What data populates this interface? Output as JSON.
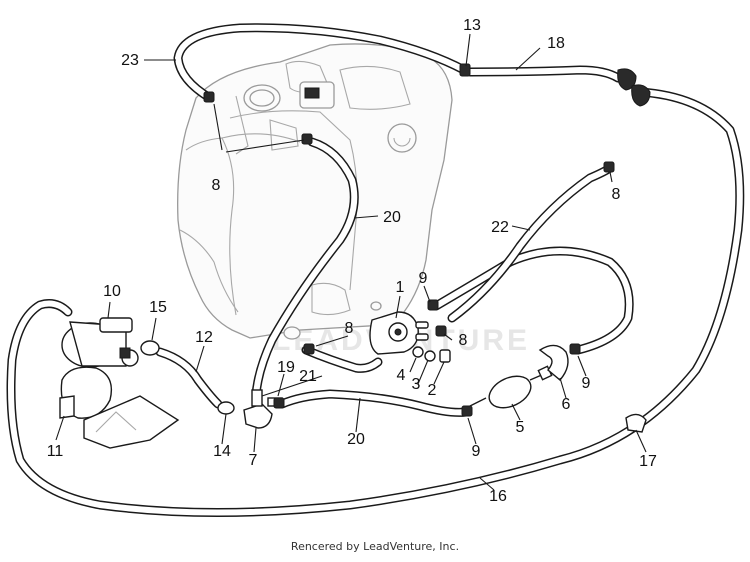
{
  "diagram": {
    "callouts": [
      {
        "id": "c1",
        "label": "1"
      },
      {
        "id": "c2",
        "label": "2"
      },
      {
        "id": "c3",
        "label": "3"
      },
      {
        "id": "c4",
        "label": "4"
      },
      {
        "id": "c5",
        "label": "5"
      },
      {
        "id": "c6",
        "label": "6"
      },
      {
        "id": "c7",
        "label": "7"
      },
      {
        "id": "c8a",
        "label": "8"
      },
      {
        "id": "c8b",
        "label": "8"
      },
      {
        "id": "c8c",
        "label": "8"
      },
      {
        "id": "c8d",
        "label": "8"
      },
      {
        "id": "c9a",
        "label": "9"
      },
      {
        "id": "c9b",
        "label": "9"
      },
      {
        "id": "c9c",
        "label": "9"
      },
      {
        "id": "c10",
        "label": "10"
      },
      {
        "id": "c11",
        "label": "11"
      },
      {
        "id": "c12",
        "label": "12"
      },
      {
        "id": "c13",
        "label": "13"
      },
      {
        "id": "c14",
        "label": "14"
      },
      {
        "id": "c15",
        "label": "15"
      },
      {
        "id": "c16",
        "label": "16"
      },
      {
        "id": "c17",
        "label": "17"
      },
      {
        "id": "c18",
        "label": "18"
      },
      {
        "id": "c19",
        "label": "19"
      },
      {
        "id": "c20a",
        "label": "20"
      },
      {
        "id": "c20b",
        "label": "20"
      },
      {
        "id": "c21",
        "label": "21"
      },
      {
        "id": "c22",
        "label": "22"
      },
      {
        "id": "c23",
        "label": "23"
      }
    ],
    "watermark": "LEADVENTURE"
  },
  "footer": {
    "credit": "Rencered by LeadVenture, Inc."
  }
}
